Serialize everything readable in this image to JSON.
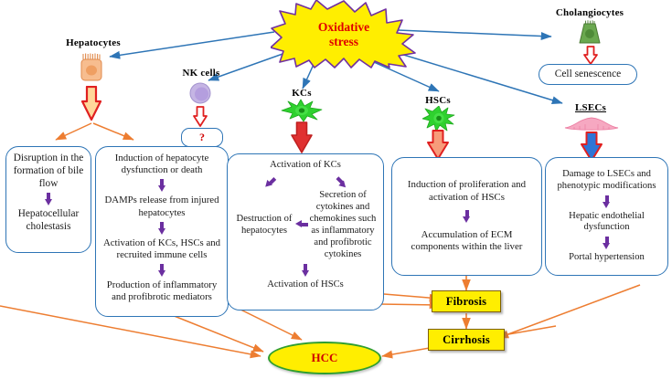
{
  "diagram": {
    "title": "Oxidative stress",
    "center": {
      "label_line1": "Oxidative",
      "label_line2": "stress"
    },
    "colors": {
      "burst_fill": "#ffee00",
      "burst_stroke": "#7030a0",
      "burst_text": "#e00000",
      "box_border": "#2e75b6",
      "blue_arrow": "#2e75b6",
      "orange_arrow": "#ed7d31",
      "purple_arrow": "#6b2fa0",
      "yellow_fill": "#ffee00",
      "yellow_border": "#7f6000",
      "hcc_border": "#2f9e2f",
      "hcc_text": "#d00000",
      "hepatocyte_icon": "#f4b183",
      "nk_icon": "#b4a7d6",
      "kc_icon": "#2fd12f",
      "hsc_icon": "#2fd12f",
      "lsec_icon": "#f4a0bb",
      "cholangiocyte_icon": "#6aa84f"
    },
    "cell_types": [
      {
        "id": "hepatocytes",
        "label": "Hepatocytes",
        "icon": "hepatocyte-cell-icon"
      },
      {
        "id": "nk_cells",
        "label": "NK cells",
        "icon": "nk-cell-icon"
      },
      {
        "id": "kcs",
        "label": "KCs",
        "icon": "kupffer-cell-icon"
      },
      {
        "id": "hscs",
        "label": "HSCs",
        "icon": "hepatic-stellate-cell-icon"
      },
      {
        "id": "lsecs",
        "label": "LSECs",
        "icon": "lsec-cell-icon"
      },
      {
        "id": "cholangiocytes",
        "label": "Cholangiocytes",
        "icon": "cholangiocyte-cell-icon"
      }
    ],
    "nk_outcome": "?",
    "cholangiocyte_outcome": "Cell senescence",
    "hepatocyte_branch_left": {
      "step1": "Disruption in the formation of bile flow",
      "step2": "Hepatocellular cholestasis"
    },
    "hepatocyte_branch_right": {
      "step1": "Induction of  hepatocyte dysfunction or death",
      "step2": "DAMPs release from injured hepatocytes",
      "step3": "Activation of  KCs, HSCs and recruited immune cells",
      "step4": "Production of inflammatory and profibrotic mediators"
    },
    "kc_branch": {
      "top": "Activation of KCs",
      "left": "Destruction of hepatocytes",
      "right": "Secretion of cytokines and chemokines such as inflammatory and profibrotic cytokines",
      "bottom": "Activation of HSCs"
    },
    "hsc_branch": {
      "step1": "Induction of proliferation and activation of HSCs",
      "step2": "Accumulation of ECM components within the liver"
    },
    "lsec_branch": {
      "step1": "Damage to LSECs and phenotypic modifications",
      "step2": "Hepatic endothelial dysfunction",
      "step3": "Portal hypertension"
    },
    "outcomes": {
      "fibrosis": "Fibrosis",
      "cirrhosis": "Cirrhosis",
      "hcc": "HCC"
    }
  }
}
